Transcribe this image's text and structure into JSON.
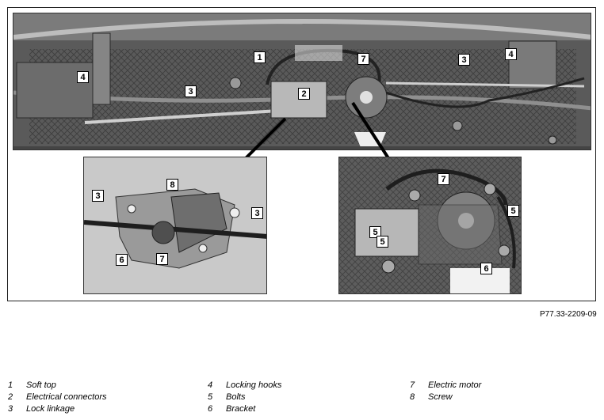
{
  "figure_ref": "P77.33-2209-09",
  "callouts_top": [
    "1",
    "2",
    "3",
    "3",
    "4",
    "4",
    "7"
  ],
  "callouts_left": [
    "3",
    "8",
    "3",
    "6",
    "7"
  ],
  "callouts_right": [
    "7",
    "5",
    "5",
    "5",
    "6"
  ],
  "legend": [
    {
      "num": "1",
      "label": "Soft top"
    },
    {
      "num": "2",
      "label": "Electrical connectors"
    },
    {
      "num": "3",
      "label": "Lock linkage"
    },
    {
      "num": "4",
      "label": "Locking hooks"
    },
    {
      "num": "5",
      "label": "Bolts"
    },
    {
      "num": "6",
      "label": "Bracket"
    },
    {
      "num": "7",
      "label": "Electric motor"
    },
    {
      "num": "8",
      "label": "Screw"
    }
  ]
}
